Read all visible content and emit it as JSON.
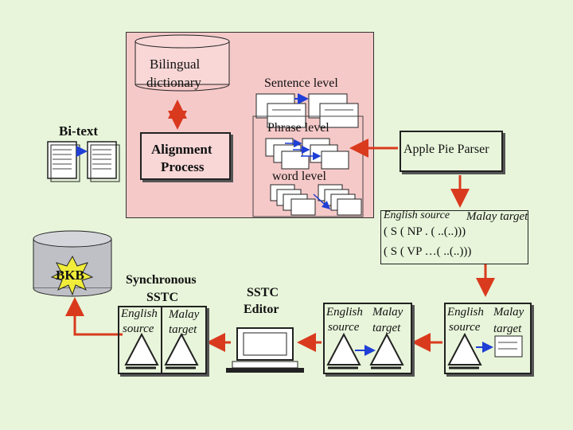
{
  "bilingual_dictionary": [
    "Bilingual",
    "dictionary"
  ],
  "bi_text": "Bi-text",
  "alignment_process": [
    "Alignment",
    "Process"
  ],
  "sentence_level": "Sentence level",
  "phrase_level": "Phrase level",
  "word_level": "word level",
  "apple_pie_parser": "Apple Pie Parser",
  "parser_output": {
    "english_source": "English source",
    "malay_target": "Malay target",
    "line1": "( S ( NP . ( ..(..)))",
    "line2": "( S ( VP …( ..(..)))"
  },
  "bkb": "BKB",
  "synchronous_sstc": {
    "title": [
      "Synchronous",
      "SSTC"
    ],
    "english": "English",
    "malay": "Malay",
    "source": "source",
    "target": "target"
  },
  "sstc_editor": [
    "SSTC",
    "Editor"
  ],
  "pair_mid": {
    "english": "English",
    "malay": "Malay",
    "source": "source",
    "target": "target"
  },
  "pair_right": {
    "english": "English",
    "malay": "Malay",
    "source": "source",
    "target": "target"
  },
  "colors": {
    "background": "#e8f5da",
    "pink_panel": "#f6c9c9",
    "arrow_red": "#d93a1e",
    "arrow_blue": "#1f3fd6",
    "bkb_star": "#f0ec3a"
  }
}
